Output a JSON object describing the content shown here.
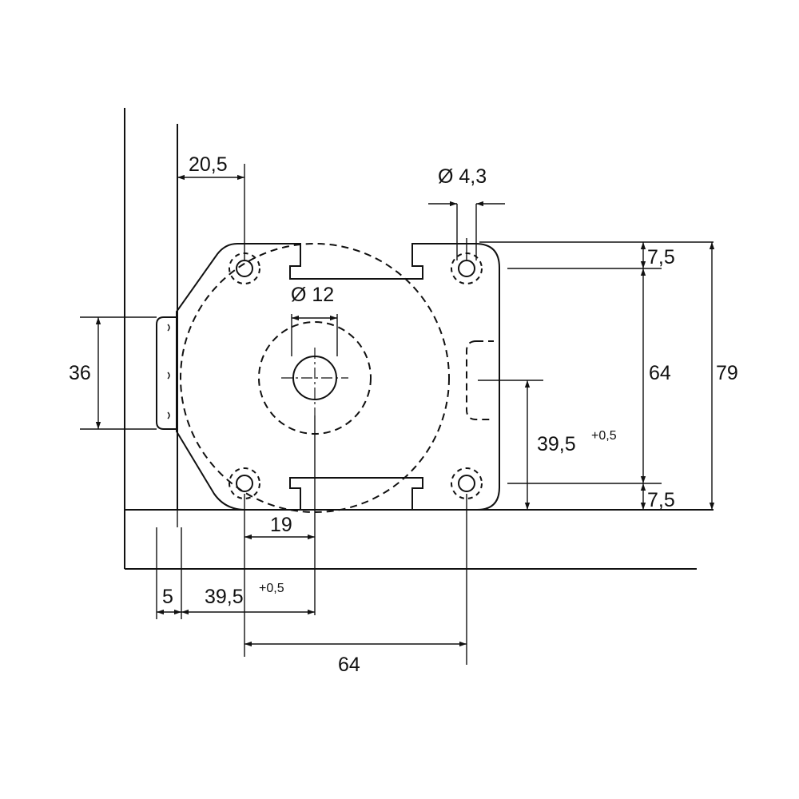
{
  "diagram": {
    "dimensions": {
      "top_offset": "20,5",
      "small_hole_dia": "Ø 4,3",
      "center_hole_dia": "Ø 12",
      "edge_height": "36",
      "right_top_margin": "7,5",
      "hole_spacing_vertical": "64",
      "total_height": "79",
      "center_height": "39,5",
      "center_height_tol": "+0,5",
      "right_bottom_margin": "7,5",
      "bottom_hole_offset": "19",
      "edge_thickness": "5",
      "center_distance": "39,5",
      "center_distance_tol": "+0,5",
      "hole_spacing_horizontal": "64"
    }
  }
}
